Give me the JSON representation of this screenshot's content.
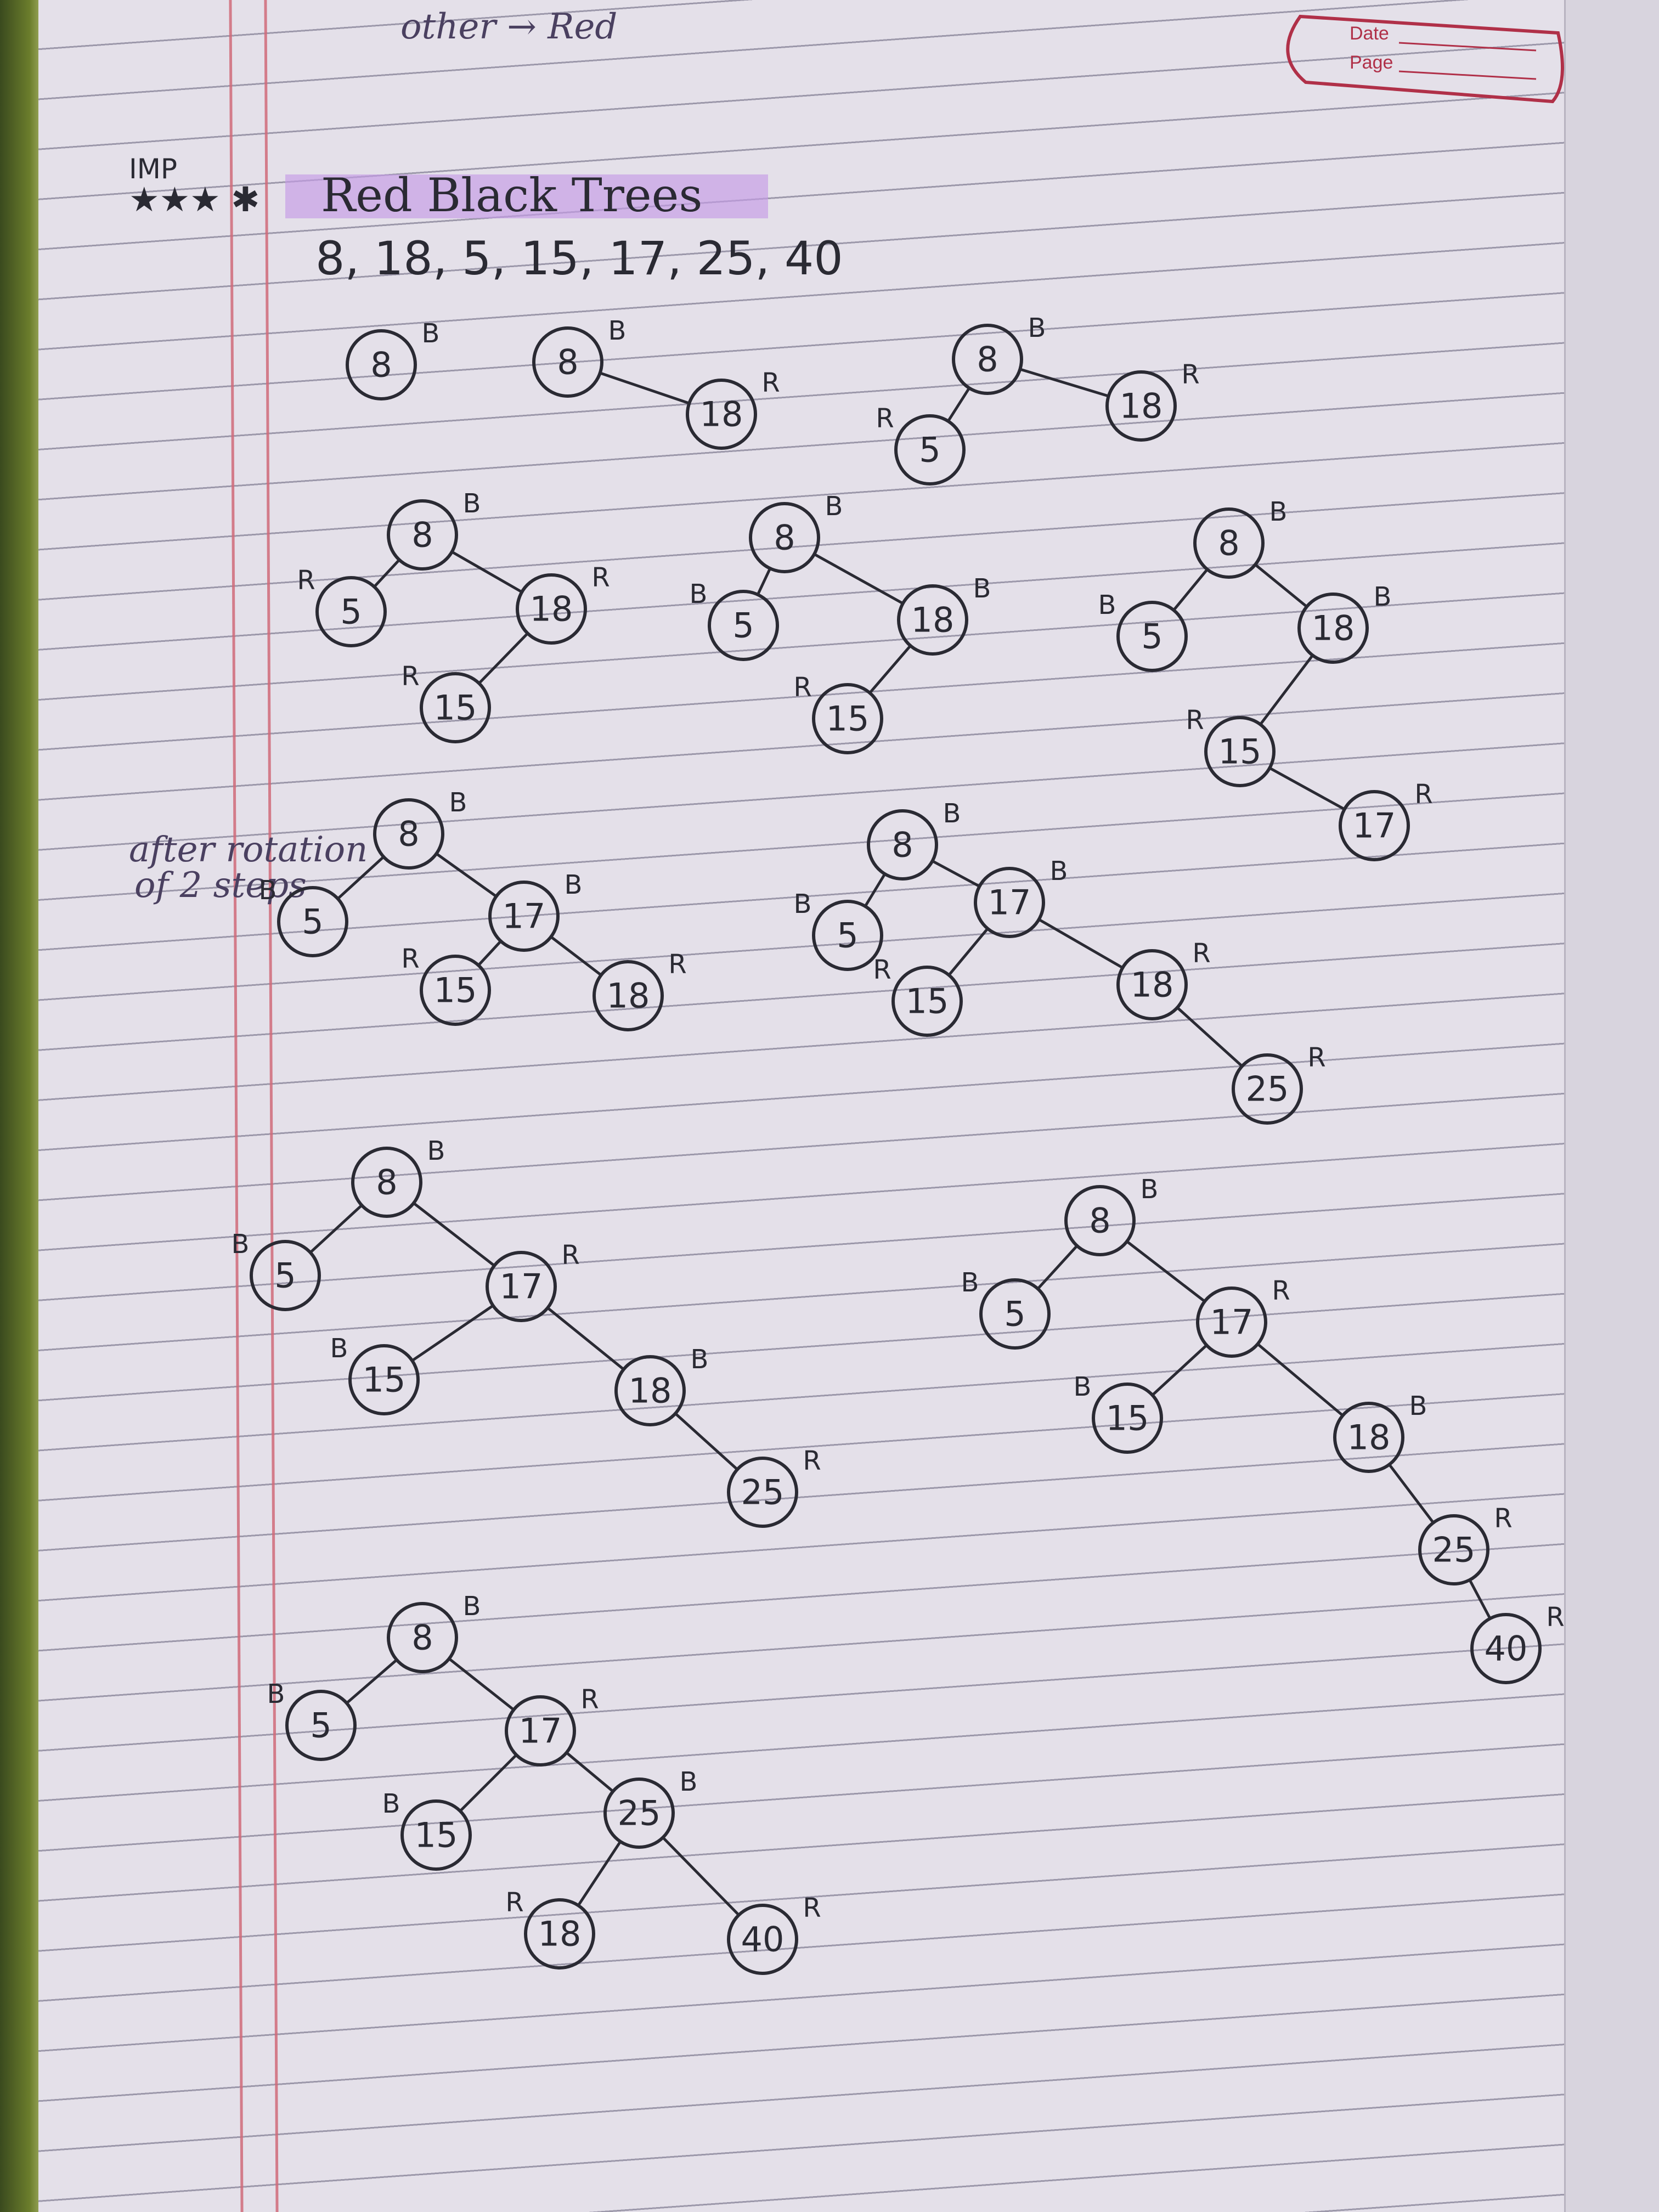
{
  "page": {
    "top_note": "other → Red",
    "date_label": "Date",
    "page_label": "Page",
    "imp_marker": "IMP",
    "stars": "★★★ ✱",
    "title": "Red Black Trees",
    "sequence": "8, 18, 5, 15, 17, 25, 40",
    "rotation_note_line1": "after rotation",
    "rotation_note_line2": "of 2 steps"
  },
  "colors": {
    "ink": "#2a2a33",
    "highlight": "#c59be6",
    "margin_rule": "#d06a79",
    "stamp": "#b03048"
  },
  "trees": [
    {
      "id": "s1",
      "nodes": [
        {
          "v": "8",
          "c": "B"
        }
      ],
      "edges": []
    },
    {
      "id": "s2",
      "nodes": [
        {
          "v": "8",
          "c": "B"
        },
        {
          "v": "18",
          "c": "R"
        }
      ],
      "edges": [
        [
          0,
          1
        ]
      ]
    },
    {
      "id": "s3",
      "nodes": [
        {
          "v": "8",
          "c": "B"
        },
        {
          "v": "5",
          "c": "R"
        },
        {
          "v": "18",
          "c": "R"
        }
      ],
      "edges": [
        [
          0,
          1
        ],
        [
          0,
          2
        ]
      ]
    },
    {
      "id": "s4",
      "nodes": [
        {
          "v": "8",
          "c": "B"
        },
        {
          "v": "5",
          "c": "R"
        },
        {
          "v": "18",
          "c": "R"
        },
        {
          "v": "15",
          "c": "R"
        }
      ],
      "edges": [
        [
          0,
          1
        ],
        [
          0,
          2
        ],
        [
          2,
          3
        ]
      ]
    },
    {
      "id": "s5",
      "nodes": [
        {
          "v": "8",
          "c": "B"
        },
        {
          "v": "5",
          "c": "B"
        },
        {
          "v": "18",
          "c": "B"
        },
        {
          "v": "15",
          "c": "R"
        }
      ],
      "edges": [
        [
          0,
          1
        ],
        [
          0,
          2
        ],
        [
          2,
          3
        ]
      ]
    },
    {
      "id": "s6",
      "nodes": [
        {
          "v": "8",
          "c": "B"
        },
        {
          "v": "5",
          "c": "B"
        },
        {
          "v": "18",
          "c": "B"
        },
        {
          "v": "15",
          "c": "R"
        },
        {
          "v": "17",
          "c": "R"
        }
      ],
      "edges": [
        [
          0,
          1
        ],
        [
          0,
          2
        ],
        [
          2,
          3
        ],
        [
          3,
          4
        ]
      ]
    },
    {
      "id": "s7",
      "nodes": [
        {
          "v": "8",
          "c": "B"
        },
        {
          "v": "5",
          "c": "B"
        },
        {
          "v": "17",
          "c": "B"
        },
        {
          "v": "15",
          "c": "R"
        },
        {
          "v": "18",
          "c": "R"
        }
      ],
      "edges": [
        [
          0,
          1
        ],
        [
          0,
          2
        ],
        [
          2,
          3
        ],
        [
          2,
          4
        ]
      ]
    },
    {
      "id": "s8",
      "nodes": [
        {
          "v": "8",
          "c": "B"
        },
        {
          "v": "5",
          "c": "B"
        },
        {
          "v": "17",
          "c": "B"
        },
        {
          "v": "15",
          "c": "R"
        },
        {
          "v": "18",
          "c": "R"
        },
        {
          "v": "25",
          "c": "R"
        }
      ],
      "edges": [
        [
          0,
          1
        ],
        [
          0,
          2
        ],
        [
          2,
          3
        ],
        [
          2,
          4
        ],
        [
          4,
          5
        ]
      ]
    },
    {
      "id": "s9",
      "nodes": [
        {
          "v": "8",
          "c": "B"
        },
        {
          "v": "5",
          "c": "B"
        },
        {
          "v": "17",
          "c": "R"
        },
        {
          "v": "15",
          "c": "B"
        },
        {
          "v": "18",
          "c": "B"
        },
        {
          "v": "25",
          "c": "R"
        }
      ],
      "edges": [
        [
          0,
          1
        ],
        [
          0,
          2
        ],
        [
          2,
          3
        ],
        [
          2,
          4
        ],
        [
          4,
          5
        ]
      ]
    },
    {
      "id": "s10",
      "nodes": [
        {
          "v": "8",
          "c": "B"
        },
        {
          "v": "5",
          "c": "B"
        },
        {
          "v": "17",
          "c": "R"
        },
        {
          "v": "15",
          "c": "B"
        },
        {
          "v": "18",
          "c": "B"
        },
        {
          "v": "25",
          "c": "R"
        },
        {
          "v": "40",
          "c": "R"
        }
      ],
      "edges": [
        [
          0,
          1
        ],
        [
          0,
          2
        ],
        [
          2,
          3
        ],
        [
          2,
          4
        ],
        [
          4,
          5
        ],
        [
          5,
          6
        ]
      ]
    },
    {
      "id": "s11",
      "nodes": [
        {
          "v": "8",
          "c": "B"
        },
        {
          "v": "5",
          "c": "B"
        },
        {
          "v": "17",
          "c": "R"
        },
        {
          "v": "15",
          "c": "B"
        },
        {
          "v": "25",
          "c": "B"
        },
        {
          "v": "18",
          "c": "R"
        },
        {
          "v": "40",
          "c": "R"
        }
      ],
      "edges": [
        [
          0,
          1
        ],
        [
          0,
          2
        ],
        [
          2,
          3
        ],
        [
          2,
          4
        ],
        [
          4,
          5
        ],
        [
          4,
          6
        ]
      ]
    }
  ]
}
